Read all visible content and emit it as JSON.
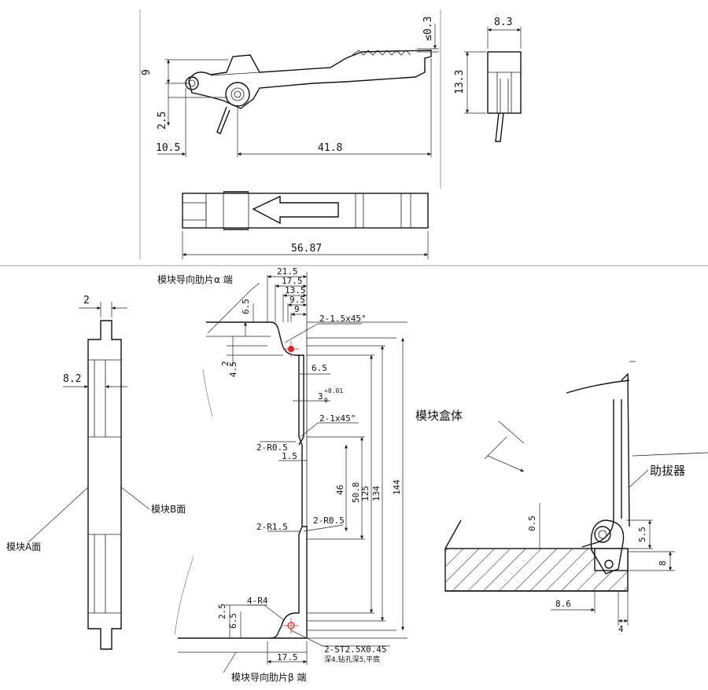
{
  "top_view": {
    "dims": {
      "gap": "≤0.3",
      "height_left": "9",
      "offset_small": "2.5",
      "left_offset": "10.5",
      "length_main": "41.8",
      "width": "8.3",
      "height_side": "13.3",
      "total_length": "56.87"
    }
  },
  "left_view": {
    "dims": {
      "top_width": "2",
      "depth": "8.2"
    },
    "labels": {
      "face_a": "模块A面",
      "face_b": "模块B面"
    }
  },
  "center_view": {
    "labels": {
      "alpha_end": "模块导向肋片α 端",
      "beta_end": "模块导向肋片β 端",
      "chamfer_top": "2-1.5x45°",
      "chamfer_mid": "2-1x45°",
      "radius_r05_left": "2-R0.5",
      "radius_r15": "2-R1.5",
      "radius_r05_right": "2-R0.5",
      "radius_r4": "4-R4",
      "thread": "2-ST2.5X0.45",
      "thread_note": "深4,钻孔深5,平底"
    },
    "dims": {
      "d215": "21.5",
      "d175_top": "17.5",
      "d135": "13.5",
      "d95": "9.5",
      "d9": "9",
      "d65_top": "6.5",
      "d2": "2",
      "d45": "4.5",
      "d65_right": "6.5",
      "d3": "3",
      "d3_tol": "+0.01",
      "d3_tol_low": "0",
      "d15": "1.5",
      "d46": "46",
      "d508": "50.8",
      "d125": "125",
      "d134": "134",
      "d144": "144",
      "d25_bottom": "2.5",
      "d65_bottom": "6.5",
      "d175_bottom": "17.5"
    }
  },
  "right_view": {
    "labels": {
      "box": "模块盒体",
      "lever": "助拔器"
    },
    "dims": {
      "d05": "0.5",
      "d55": "5.5",
      "d8": "8",
      "d86": "8.6",
      "d4": "4"
    }
  }
}
